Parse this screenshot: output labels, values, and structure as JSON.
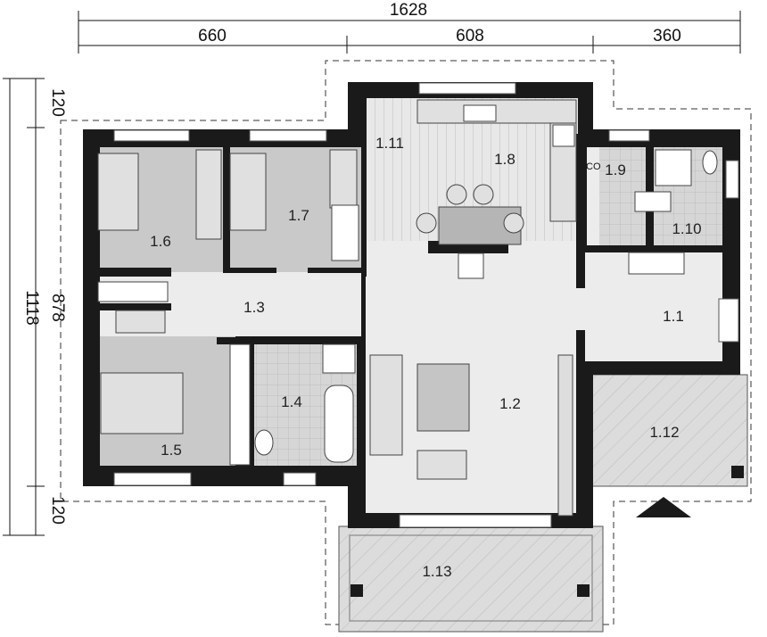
{
  "dimensions": {
    "total_width": "1628",
    "segments": [
      "660",
      "608",
      "360"
    ],
    "total_height": "1118",
    "inner_height": "878",
    "offset_top": "120",
    "offset_bottom": "120"
  },
  "rooms": {
    "r1_1": "1.1",
    "r1_2": "1.2",
    "r1_3": "1.3",
    "r1_4": "1.4",
    "r1_5": "1.5",
    "r1_6": "1.6",
    "r1_7": "1.7",
    "r1_8": "1.8",
    "r1_9": "1.9",
    "r1_10": "1.10",
    "r1_11": "1.11",
    "r1_12": "1.12",
    "r1_13": "1.13"
  },
  "symbols": {
    "co": "CO"
  },
  "colors": {
    "wall": "#1a1a1a",
    "room": "#c9c9c9",
    "floor": "#ececec",
    "tile": "#d6d6d6",
    "terrace": "#dcdcdc"
  }
}
